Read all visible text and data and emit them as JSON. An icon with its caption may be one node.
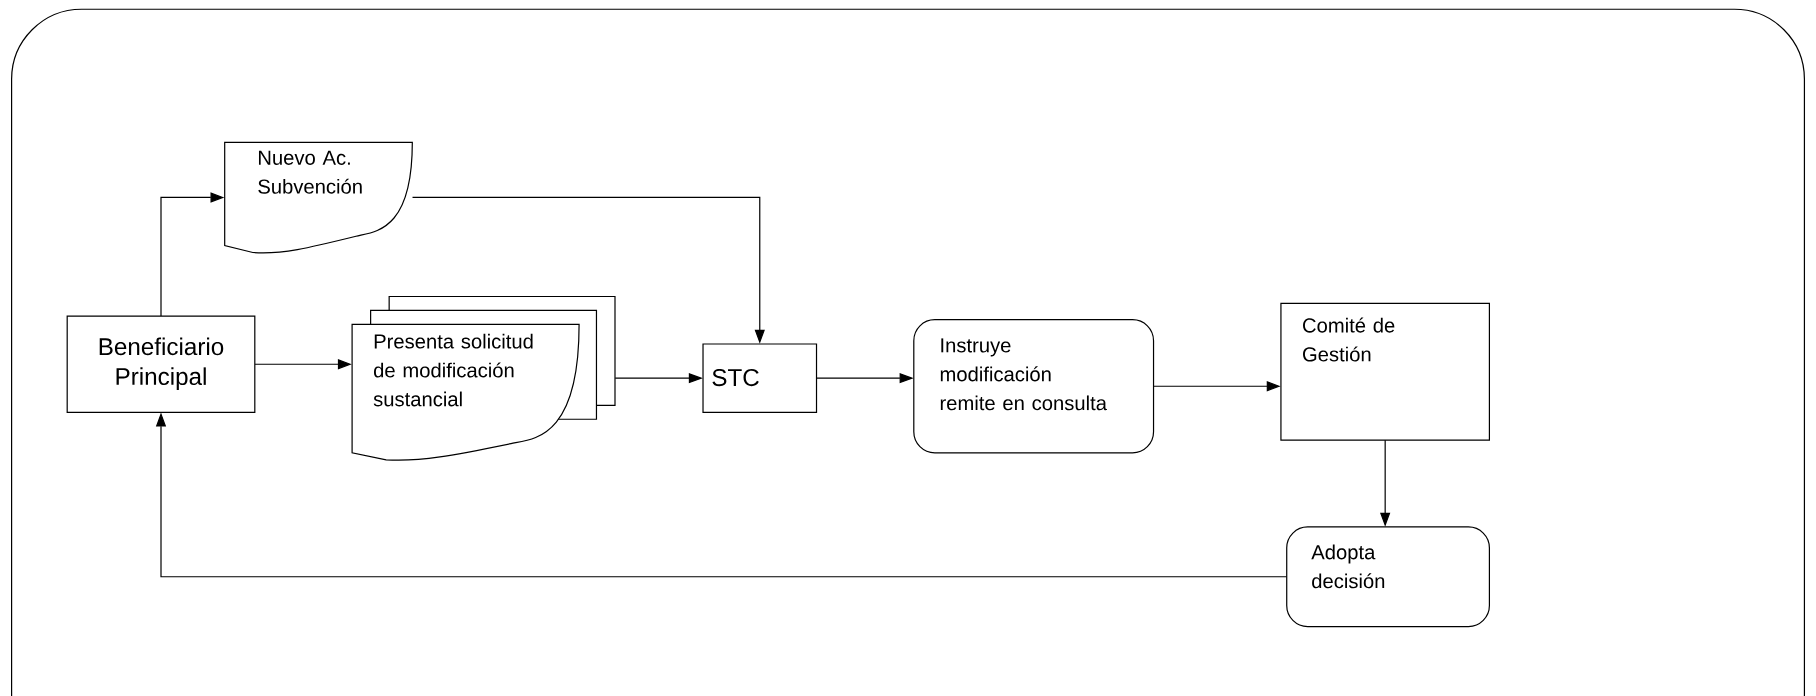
{
  "diagram": {
    "nodes": [
      {
        "text": [
          "Beneficiario Principal"
        ]
      },
      {
        "text": [
          "Nuevo Ac. Subvención"
        ]
      },
      {
        "text": [
          "Presenta solicitud de modificación sustancial"
        ]
      },
      {
        "text": [
          "STC"
        ]
      },
      {
        "text": [
          "Instruye modificación remite en consulta"
        ]
      },
      {
        "text": [
          "Comité de Gestión"
        ]
      },
      {
        "text": [
          "Adopta decisión"
        ]
      }
    ],
    "edges": [
      {
        "from": 0,
        "to": 1,
        "arrow": "to"
      },
      {
        "from": 0,
        "to": 2,
        "arrow": "to"
      },
      {
        "from": 1,
        "to": 3,
        "arrow": "to"
      },
      {
        "from": 2,
        "to": 3,
        "arrow": "to"
      },
      {
        "from": 3,
        "to": 4,
        "arrow": "to"
      },
      {
        "from": 4,
        "to": 5,
        "arrow": "to"
      },
      {
        "from": 5,
        "to": 6,
        "arrow": "to"
      },
      {
        "from": 6,
        "to": 0,
        "arrow": "to"
      }
    ]
  }
}
